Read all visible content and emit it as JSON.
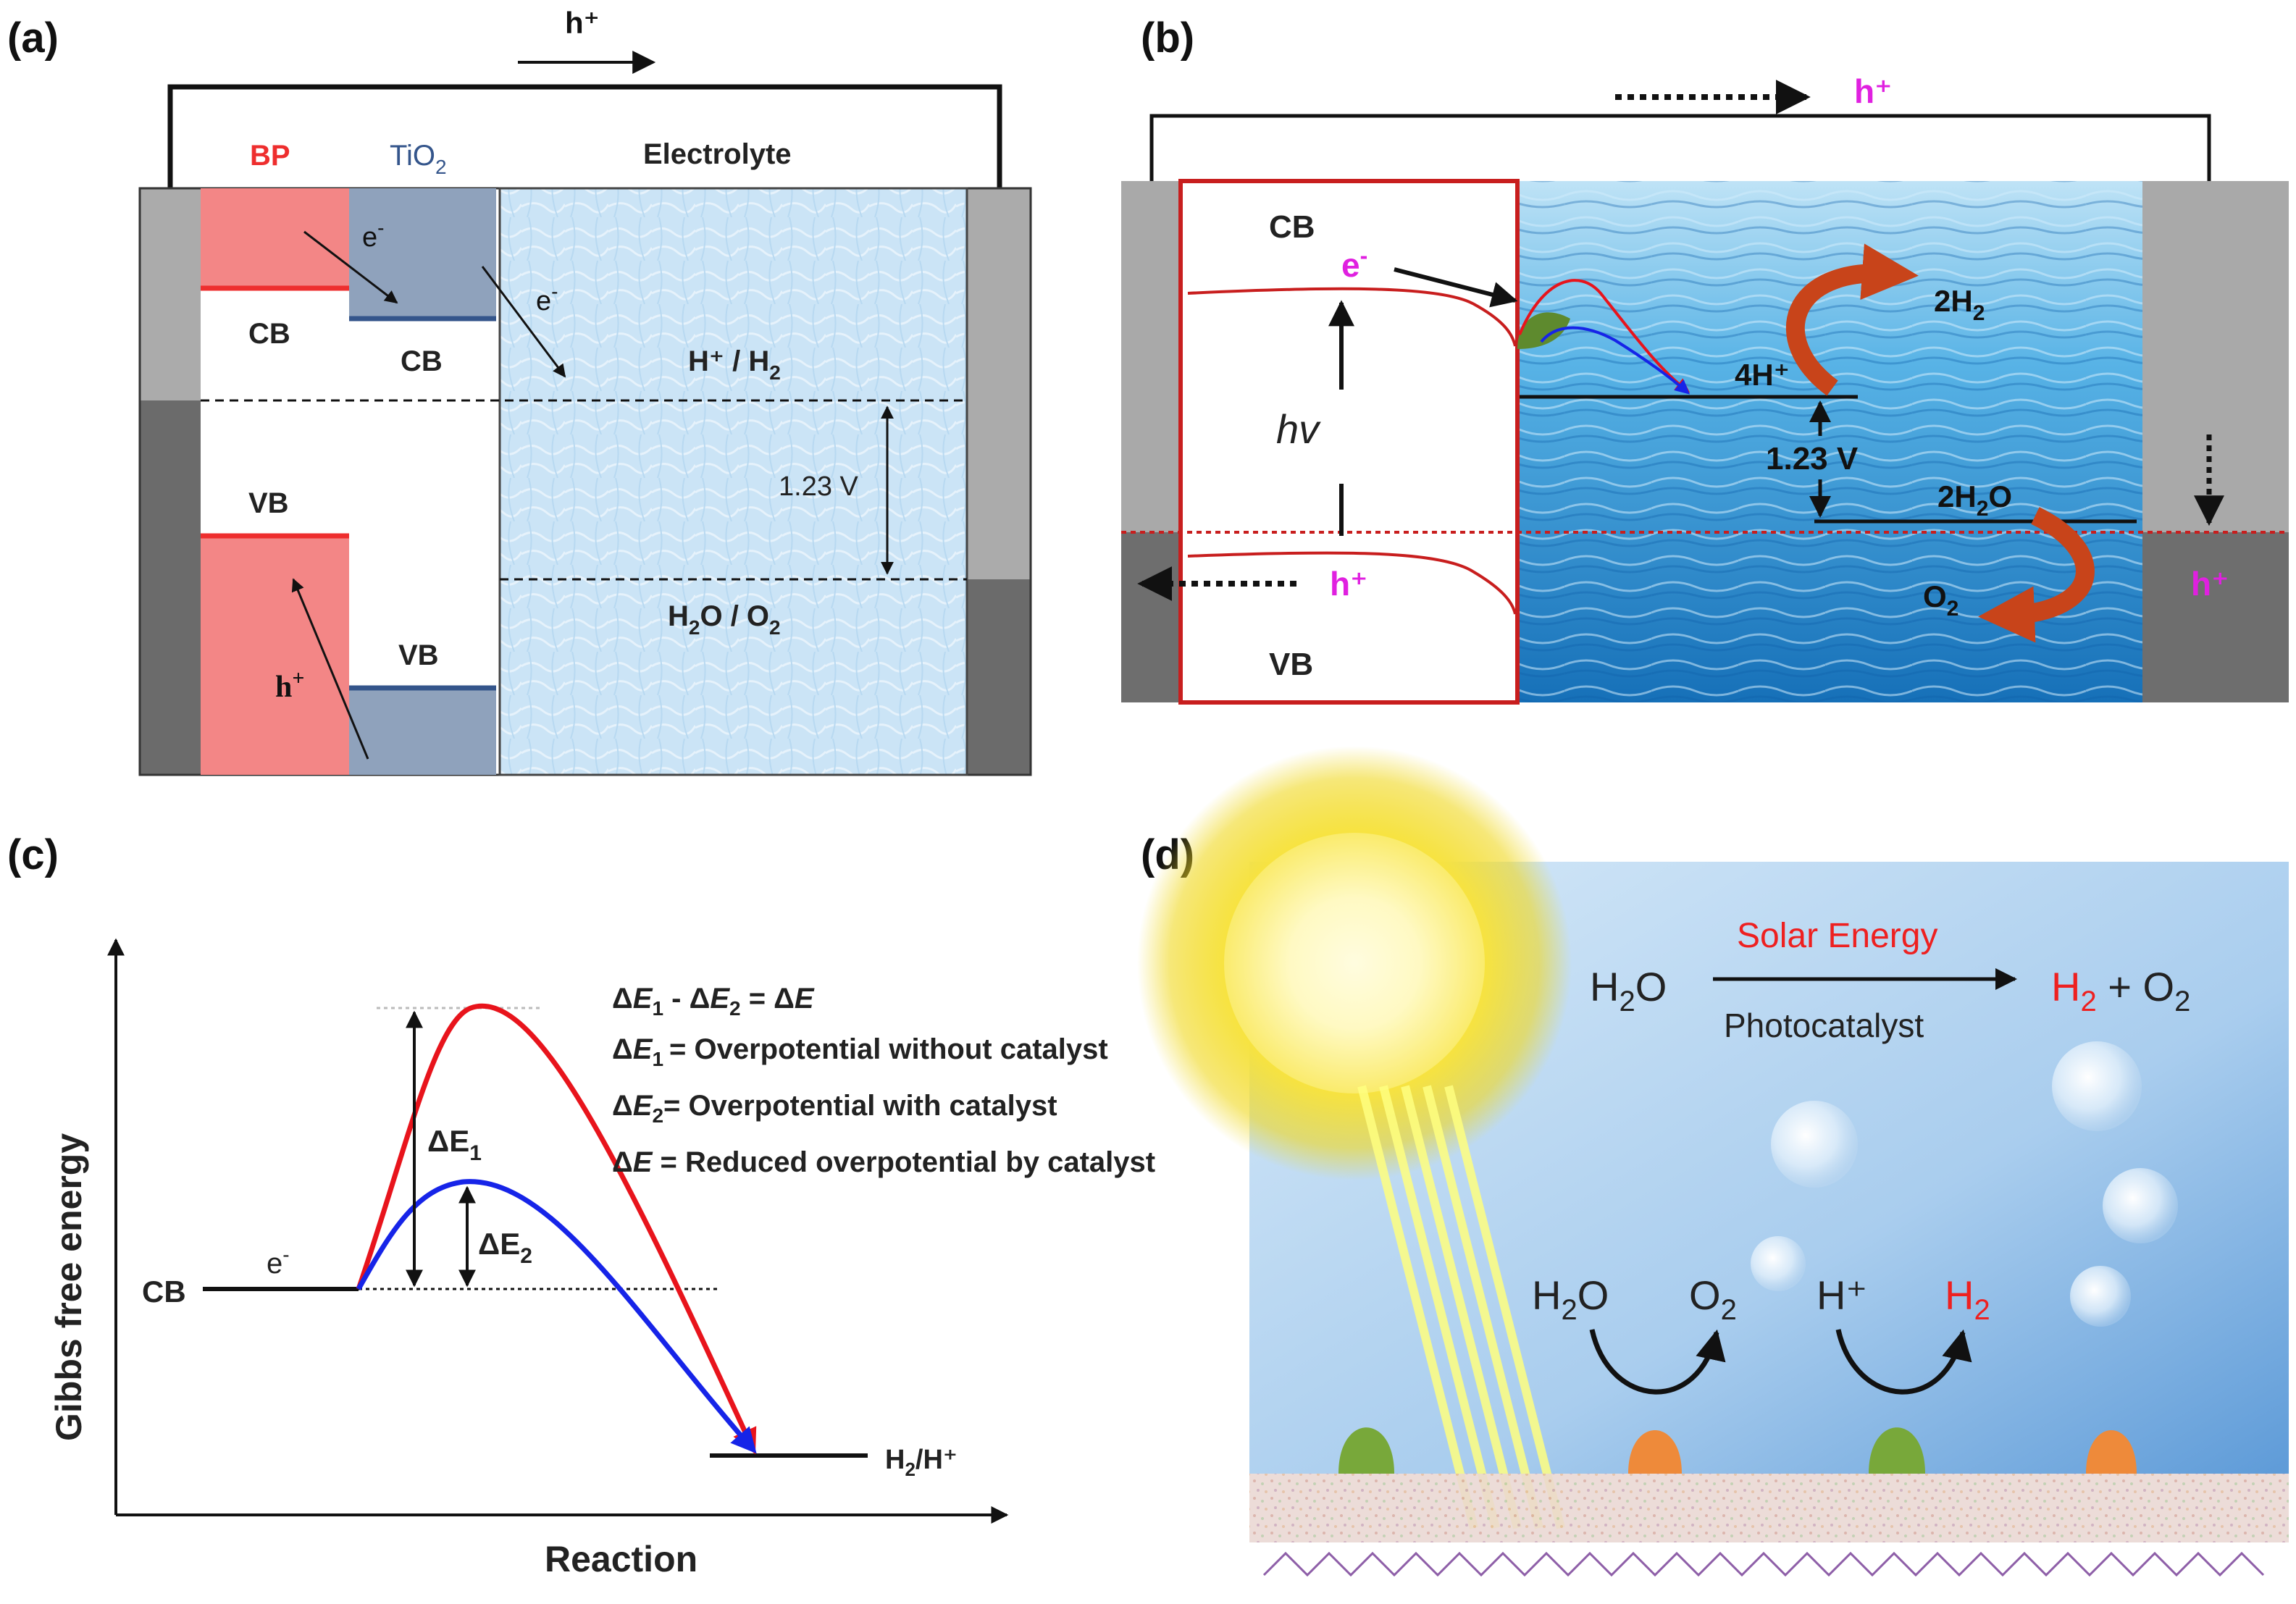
{
  "panels": {
    "a": {
      "label": "(a)",
      "hole_top": "h⁺",
      "bp": "BP",
      "tio2": "TiO",
      "tio2_sub": "2",
      "electrolyte": "Electrolyte",
      "e1": "e",
      "e2": "e",
      "minus": "-",
      "cb1": "CB",
      "cb2": "CB",
      "vb1": "VB",
      "vb2": "VB",
      "h_h2": "H⁺ / H",
      "h_h2_sub": "2",
      "voltage": "1.23 V",
      "h2o_o2_a": "H",
      "h2o_o2_sub1": "2",
      "h2o_o2_b": "O / O",
      "h2o_o2_sub2": "2",
      "h_bottom": "h",
      "plus": "+"
    },
    "b": {
      "label": "(b)",
      "hole_top": "h⁺",
      "cb": "CB",
      "e": "e",
      "minus": "-",
      "hv": "hv",
      "h_mid": "h⁺",
      "vb": "VB",
      "h2_a": "2H",
      "h2_sub": "2",
      "fourh": "4H⁺",
      "voltage": "1.23 V",
      "h2o_a": "2H",
      "h2o_sub": "2",
      "h2o_b": "O",
      "o2_a": "O",
      "o2_sub": "2",
      "h_right": "h⁺"
    },
    "c": {
      "label": "(c)",
      "ylabel": "Gibbs free energy",
      "xlabel": "Reaction",
      "cb": "CB",
      "e": "e",
      "minus": "-",
      "end_label_a": "H",
      "end_label_sub": "2",
      "end_label_b": "/H⁺",
      "de1": "ΔE",
      "de1_sub": "1",
      "de2": "ΔE",
      "de2_sub": "2",
      "eq_delta": "Δ",
      "eq_e": "E",
      "eq_1": "1",
      "eq_2": "2",
      "eq_minus": " - ",
      "eq_equals": " = ",
      "eq_l2": "= Overpotential without catalyst",
      "eq_l3": "= Overpotential with catalyst",
      "eq_l4": " = Reduced overpotential by catalyst"
    },
    "d": {
      "label": "(d)",
      "solar": "Solar Energy",
      "photocat": "Photocatalyst",
      "h2o_a": "H",
      "h2o_sub": "2",
      "h2o_b": "O",
      "prod_h": "H",
      "prod_h_sub": "2",
      "prod_plus": " + O",
      "prod_o_sub": "2",
      "low_h2o_a": "H",
      "low_h2o_sub": "2",
      "low_h2o_b": "O",
      "low_o2_a": "O",
      "low_o2_sub": "2",
      "low_hplus": "H⁺",
      "low_h2_a": "H",
      "low_h2_sub": "2"
    }
  },
  "colors": {
    "bp_red": "#ee2e2e",
    "tio2_blue": "#34558b",
    "magenta": "#e020e0",
    "curve_red": "#e8141c",
    "curve_blue": "#1624e8",
    "arrow_orange": "#c8441a"
  }
}
